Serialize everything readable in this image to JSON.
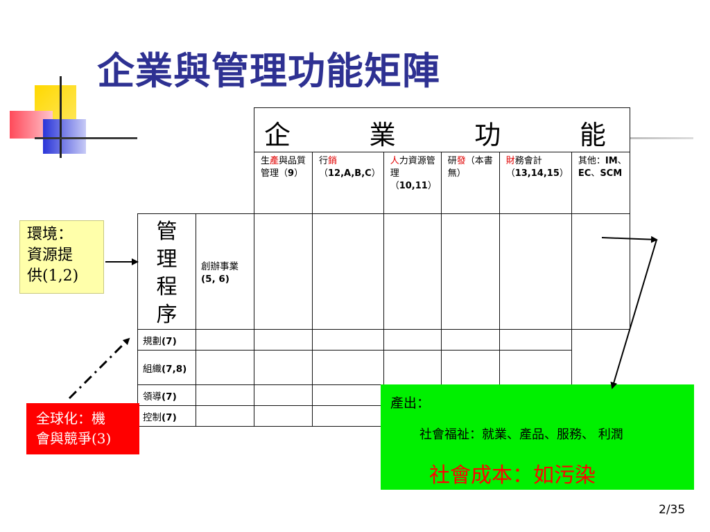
{
  "slide": {
    "title": "企業與管理功能矩陣",
    "page_number": "2/35"
  },
  "matrix": {
    "business_header": [
      "企",
      "業",
      "功",
      "能"
    ],
    "business_functions": [
      {
        "parts": [
          {
            "t": "生",
            "red": false
          },
          {
            "t": "產",
            "red": true
          },
          {
            "t": "與品質管理（",
            "red": false
          },
          {
            "t": "9",
            "red": false,
            "bold": true
          },
          {
            "t": "）",
            "red": false
          }
        ]
      },
      {
        "parts": [
          {
            "t": "行",
            "red": false
          },
          {
            "t": "銷",
            "red": true
          },
          {
            "t": "（",
            "red": false
          },
          {
            "t": "12,A,B,C",
            "red": false,
            "bold": true
          },
          {
            "t": "）",
            "red": false
          }
        ]
      },
      {
        "parts": [
          {
            "t": "人",
            "red": true
          },
          {
            "t": "力資源管理（",
            "red": false
          },
          {
            "t": "10,11",
            "red": false,
            "bold": true
          },
          {
            "t": "）",
            "red": false
          }
        ]
      },
      {
        "parts": [
          {
            "t": "研",
            "red": false
          },
          {
            "t": "發",
            "red": true
          },
          {
            "t": "（本書無）",
            "red": false
          }
        ]
      },
      {
        "parts": [
          {
            "t": "財",
            "red": true
          },
          {
            "t": "務會計（",
            "red": false
          },
          {
            "t": "13,14,15",
            "red": false,
            "bold": true
          },
          {
            "t": "）",
            "red": false
          }
        ]
      },
      {
        "parts": [
          {
            "t": "其他：",
            "red": false
          },
          {
            "t": "IM",
            "red": false,
            "bold": true
          },
          {
            "t": "、",
            "red": false
          },
          {
            "t": "EC",
            "red": false,
            "bold": true
          },
          {
            "t": "、",
            "red": false
          },
          {
            "t": "SCM",
            "red": false,
            "bold": true
          }
        ]
      }
    ],
    "management_header": [
      "管",
      "理",
      "程",
      "序"
    ],
    "management_processes": [
      {
        "name": "創辦事業",
        "chapters": "(5, 6)"
      },
      {
        "name": "規劃",
        "chapters": "(7)"
      },
      {
        "name": "組織",
        "chapters": "(7,8)"
      },
      {
        "name": "領導",
        "chapters": "(7)"
      },
      {
        "name": "控制",
        "chapters": "(7)"
      }
    ]
  },
  "environment_box": {
    "lines": [
      "環境：",
      "資源提",
      "供(1,2)"
    ]
  },
  "globalization_box": {
    "lines": [
      "全球化：機",
      "會與競爭(3)"
    ]
  },
  "output_box": {
    "title": "產出：",
    "social_benefit": "社會福祉：就業、產品、服務、 利潤",
    "social_cost": "社會成本：如污染"
  },
  "colors": {
    "title": "#2e3192",
    "environment_box": "#ffffaa",
    "globalization_box": "#ff0000",
    "output_box": "#00f000",
    "highlight_text": "#e00000"
  }
}
